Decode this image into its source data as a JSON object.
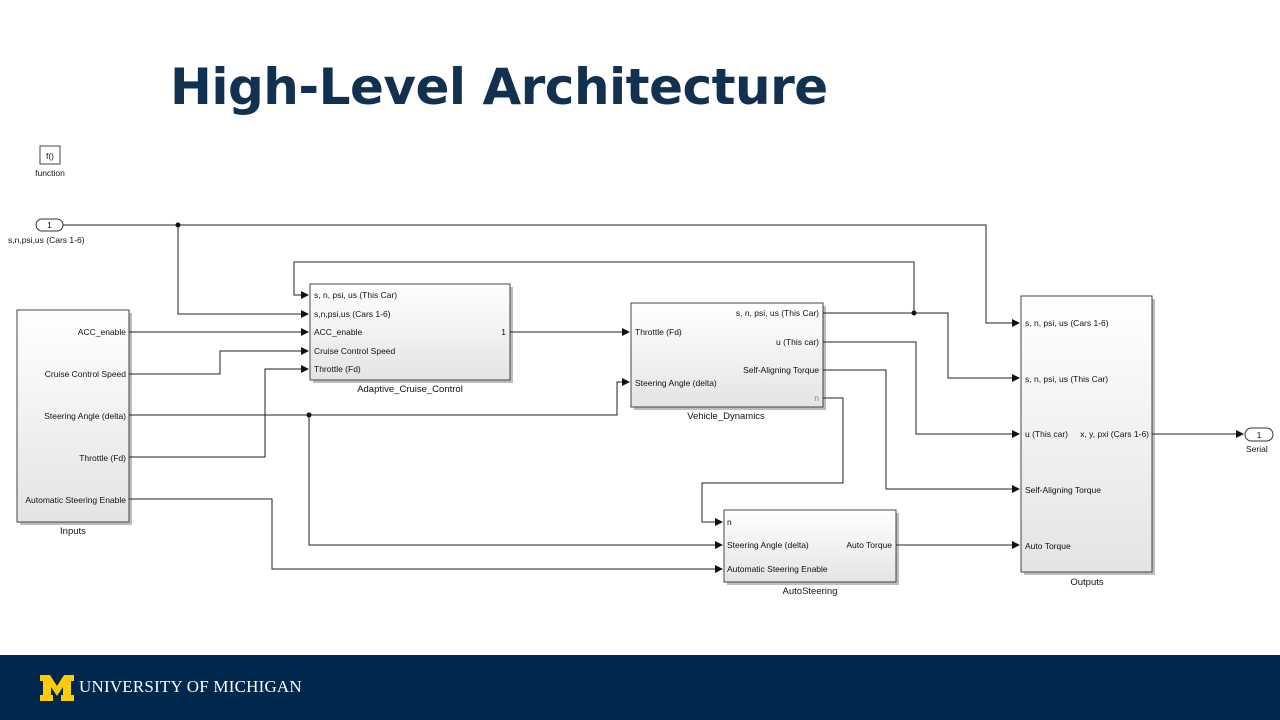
{
  "slide": {
    "title": "High-Level Architecture"
  },
  "footer": {
    "university": "UNIVERSITY OF MICHIGAN",
    "logo": "block-m-logo",
    "bg_color": "#00274c",
    "logo_color": "#ffcb05"
  },
  "function_block": {
    "symbol": "f()",
    "label": "function"
  },
  "inport": {
    "number": "1",
    "label": "s,n,psi,us (Cars 1-6)"
  },
  "outport": {
    "number": "1",
    "label": "Serial"
  },
  "blocks": {
    "inputs": {
      "name": "Inputs",
      "ports": [
        "ACC_enable",
        "Cruise Control Speed",
        "Steering Angle (delta)",
        "Throttle (Fd)",
        "Automatic Steering Enable"
      ]
    },
    "acc": {
      "name": "Adaptive_Cruise_Control",
      "in_ports": [
        "s, n, psi, us (This Car)",
        "s,n,psi,us (Cars 1-6)",
        "ACC_enable",
        "Cruise Control Speed",
        "Throttle (Fd)"
      ],
      "out_port": "1"
    },
    "vd": {
      "name": "Vehicle_Dynamics",
      "in_ports": [
        "Throttle (Fd)",
        "Steering Angle (delta)"
      ],
      "out_ports": [
        "s, n, psi, us (This Car)",
        "u (This car)",
        "Self-Aligning Torque",
        "n"
      ]
    },
    "auto": {
      "name": "AutoSteering",
      "in_ports": [
        "n",
        "Steering Angle (delta)",
        "Automatic Steering Enable"
      ],
      "out_port": "Auto Torque"
    },
    "outputs": {
      "name": "Outputs",
      "in_ports": [
        "s, n, psi, us (Cars 1-6)",
        "s, n, psi, us (This Car)",
        "u (This car)",
        "Self-Aligning Torque",
        "Auto Torque"
      ],
      "out_port": "x, y, pxi (Cars 1-6)"
    }
  }
}
